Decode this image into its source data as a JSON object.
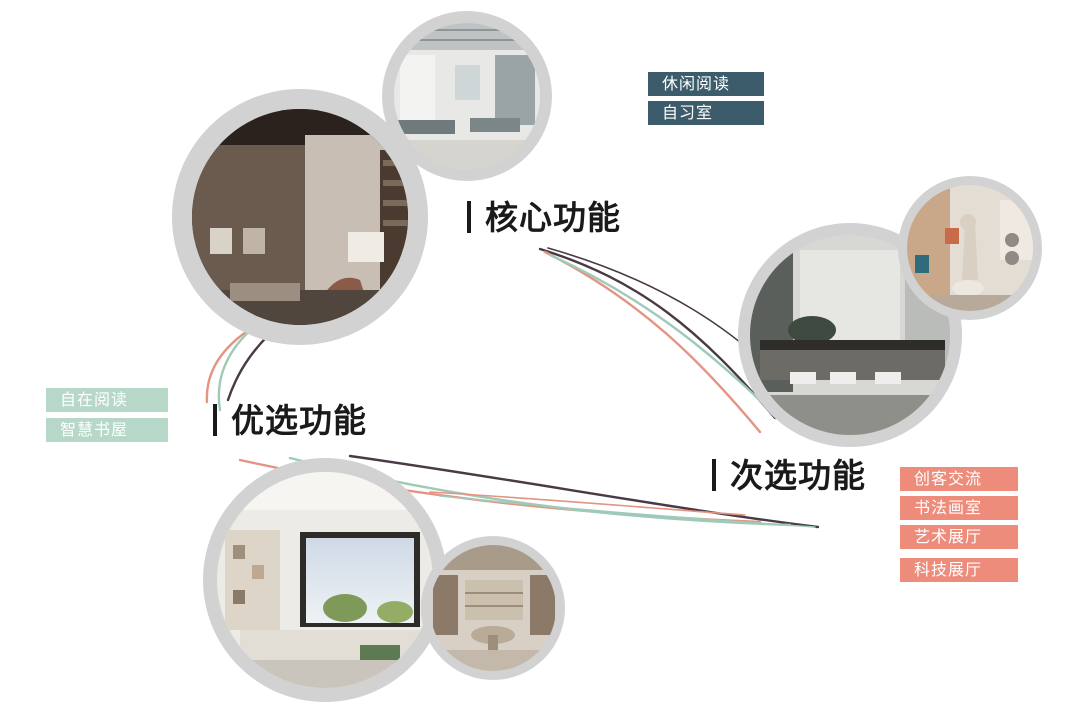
{
  "groups": {
    "core": {
      "title": "核心功能",
      "tags": [
        "休闲阅读",
        "自习室"
      ],
      "color": "#3d5c6b"
    },
    "preferred": {
      "title": "优选功能",
      "tags": [
        "自在阅读",
        "智慧书屋"
      ],
      "color": "#b7d8c8"
    },
    "secondary": {
      "title": "次选功能",
      "tags": [
        "创客交流",
        "书法画室",
        "艺术展厅",
        "科技展厅"
      ],
      "color": "#ee8c7b"
    }
  },
  "photos": [
    {
      "name": "lounge-reading-photo"
    },
    {
      "name": "open-library-photo"
    },
    {
      "name": "tea-room-photo"
    },
    {
      "name": "robot-exhibit-photo"
    },
    {
      "name": "window-reading-photo"
    },
    {
      "name": "bookshelf-room-photo"
    }
  ],
  "palette": {
    "ring": "#d2d2d2",
    "curve_dark": "#4a3a46",
    "curve_coral": "#e39482",
    "curve_teal": "#9fcab8"
  }
}
